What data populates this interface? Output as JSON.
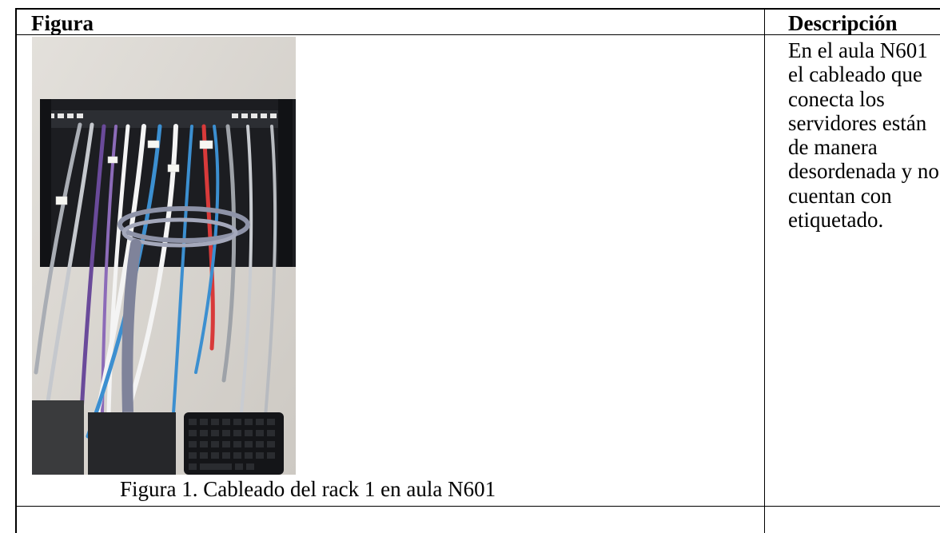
{
  "table": {
    "headers": {
      "figure": "Figura",
      "description": "Descripción"
    },
    "rows": [
      {
        "caption": "Figura 1. Cableado del rack 1 en aula N601",
        "description": "En el aula N601 el cableado que conecta los servidores están de manera desordenada y no cuentan con etiquetado.",
        "photo_label": "Cableado del rack 1 en aula N601"
      }
    ]
  },
  "colors": {
    "border": "#000000",
    "wall": "#d9d6d1",
    "rack": "#1c1d21",
    "cable_blue": "#3c8fd0",
    "cable_red": "#d83a3a",
    "cable_purple": "#6a4a9a",
    "cable_gray": "#a9adb4",
    "cable_white": "#f4f4f4"
  }
}
